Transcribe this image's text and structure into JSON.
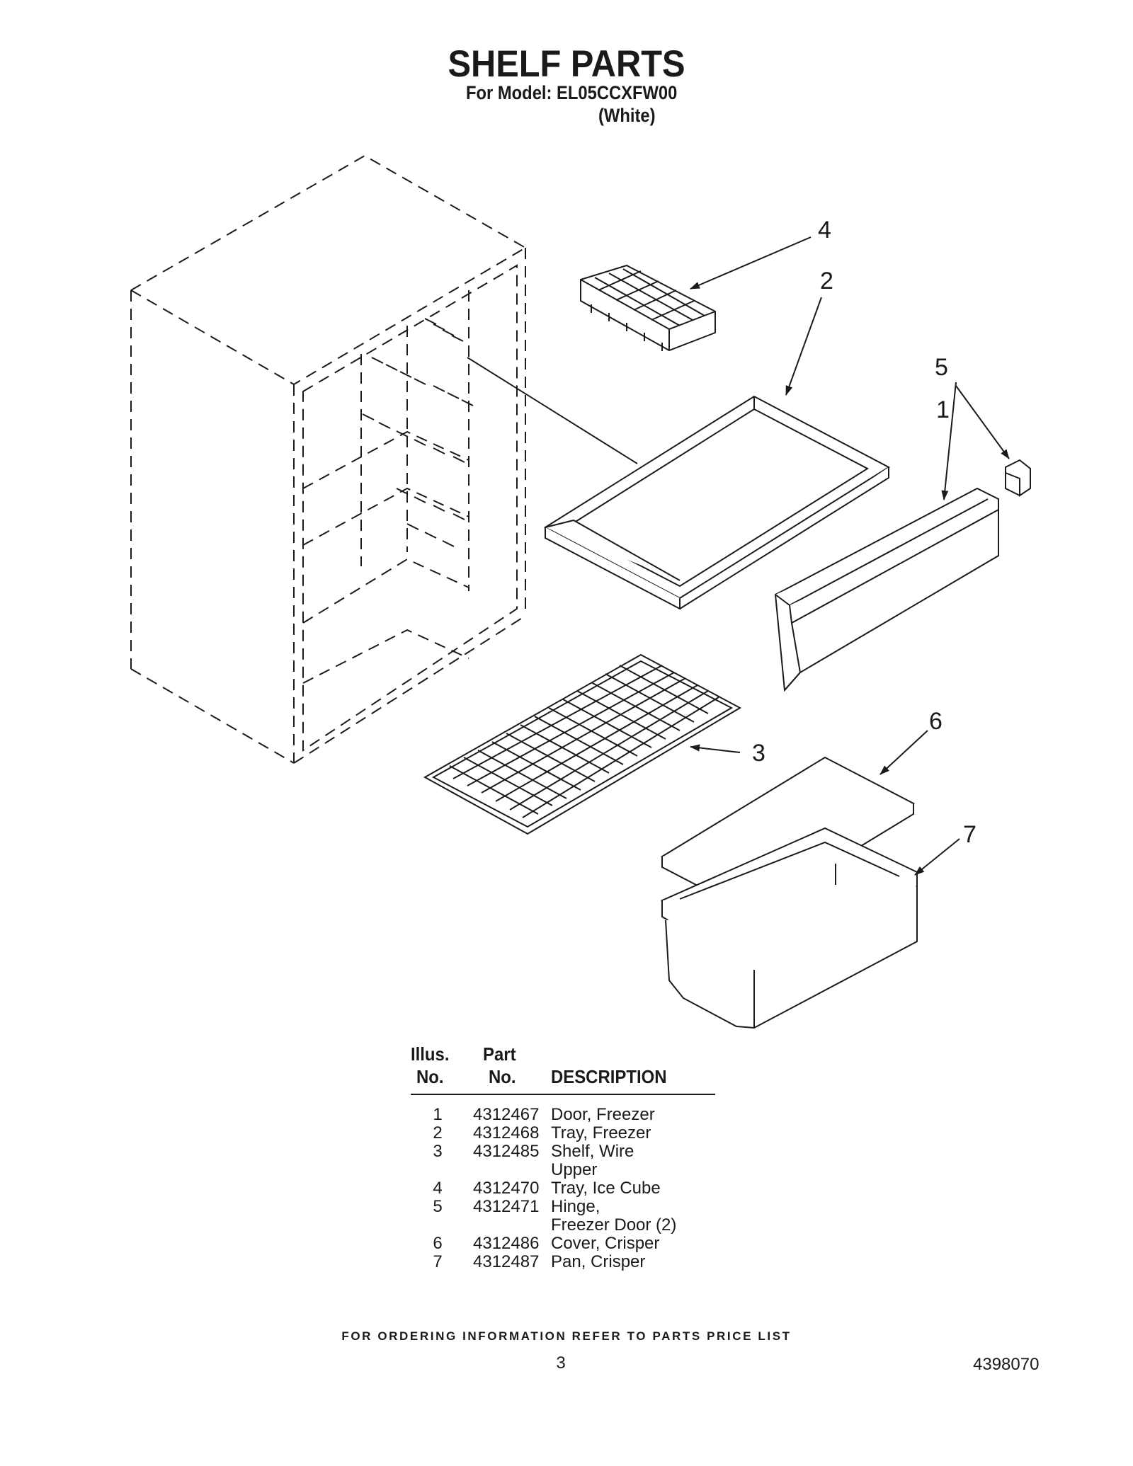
{
  "header": {
    "title": "SHELF PARTS",
    "model_line": "For Model: EL05CCXFW00",
    "color_line": "(White)"
  },
  "diagram": {
    "callouts": [
      "1",
      "2",
      "3",
      "4",
      "5",
      "6",
      "7"
    ]
  },
  "parts_table": {
    "headers": {
      "illus_top": "Illus.",
      "illus_bottom": "No.",
      "part_top": "Part",
      "part_bottom": "No.",
      "description": "DESCRIPTION"
    },
    "rows": [
      {
        "illus": "1",
        "part": "4312467",
        "description": "Door, Freezer"
      },
      {
        "illus": "2",
        "part": "4312468",
        "description": "Tray, Freezer"
      },
      {
        "illus": "3",
        "part": "4312485",
        "description": "Shelf, Wire"
      },
      {
        "illus": "",
        "part": "",
        "description": "Upper"
      },
      {
        "illus": "4",
        "part": "4312470",
        "description": "Tray, Ice Cube"
      },
      {
        "illus": "5",
        "part": "4312471",
        "description": "Hinge,"
      },
      {
        "illus": "",
        "part": "",
        "description": "Freezer Door (2)"
      },
      {
        "illus": "6",
        "part": "4312486",
        "description": "Cover, Crisper"
      },
      {
        "illus": "7",
        "part": "4312487",
        "description": "Pan, Crisper"
      }
    ]
  },
  "footer": {
    "ordering_note": "FOR ORDERING INFORMATION REFER TO PARTS PRICE LIST",
    "page_number": "3",
    "document_number": "4398070"
  }
}
